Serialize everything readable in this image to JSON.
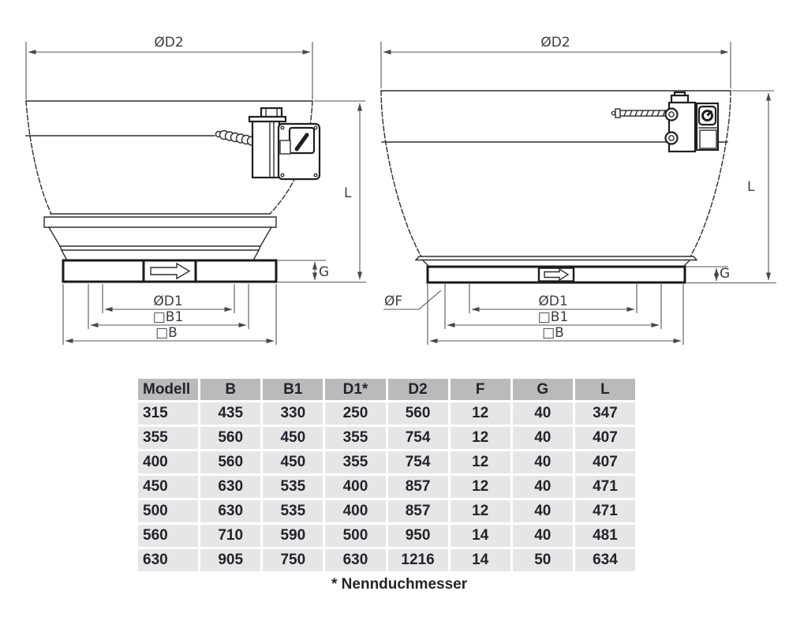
{
  "drawings": {
    "left_view": {
      "top_diameter": "ØD2",
      "height": "L",
      "base_height": "G",
      "inner_diameter": "ØD1",
      "inner_square": "□B1",
      "outer_square": "□B"
    },
    "right_view": {
      "top_diameter": "ØD2",
      "height": "L",
      "base_height": "G",
      "flange_diameter": "ØF",
      "inner_diameter": "ØD1",
      "inner_square": "□B1",
      "outer_square": "□B"
    }
  },
  "table": {
    "headers": [
      "Modell",
      "B",
      "B1",
      "D1*",
      "D2",
      "F",
      "G",
      "L"
    ],
    "rows": [
      [
        "315",
        "435",
        "330",
        "250",
        "560",
        "12",
        "40",
        "347"
      ],
      [
        "355",
        "560",
        "450",
        "355",
        "754",
        "12",
        "40",
        "407"
      ],
      [
        "400",
        "560",
        "450",
        "355",
        "754",
        "12",
        "40",
        "407"
      ],
      [
        "450",
        "630",
        "535",
        "400",
        "857",
        "12",
        "40",
        "471"
      ],
      [
        "500",
        "630",
        "535",
        "400",
        "857",
        "12",
        "40",
        "471"
      ],
      [
        "560",
        "710",
        "590",
        "500",
        "950",
        "14",
        "40",
        "481"
      ],
      [
        "630",
        "905",
        "750",
        "630",
        "1216",
        "14",
        "50",
        "634"
      ]
    ],
    "footnote": "* Nennduchmesser"
  },
  "colors": {
    "line": "#2e2e2e",
    "dim_text": "#3c3c46",
    "table_header_bg": "#bababa",
    "table_row_bg": "#e6e6e6",
    "table_text": "#23232b",
    "background": "#ffffff"
  }
}
